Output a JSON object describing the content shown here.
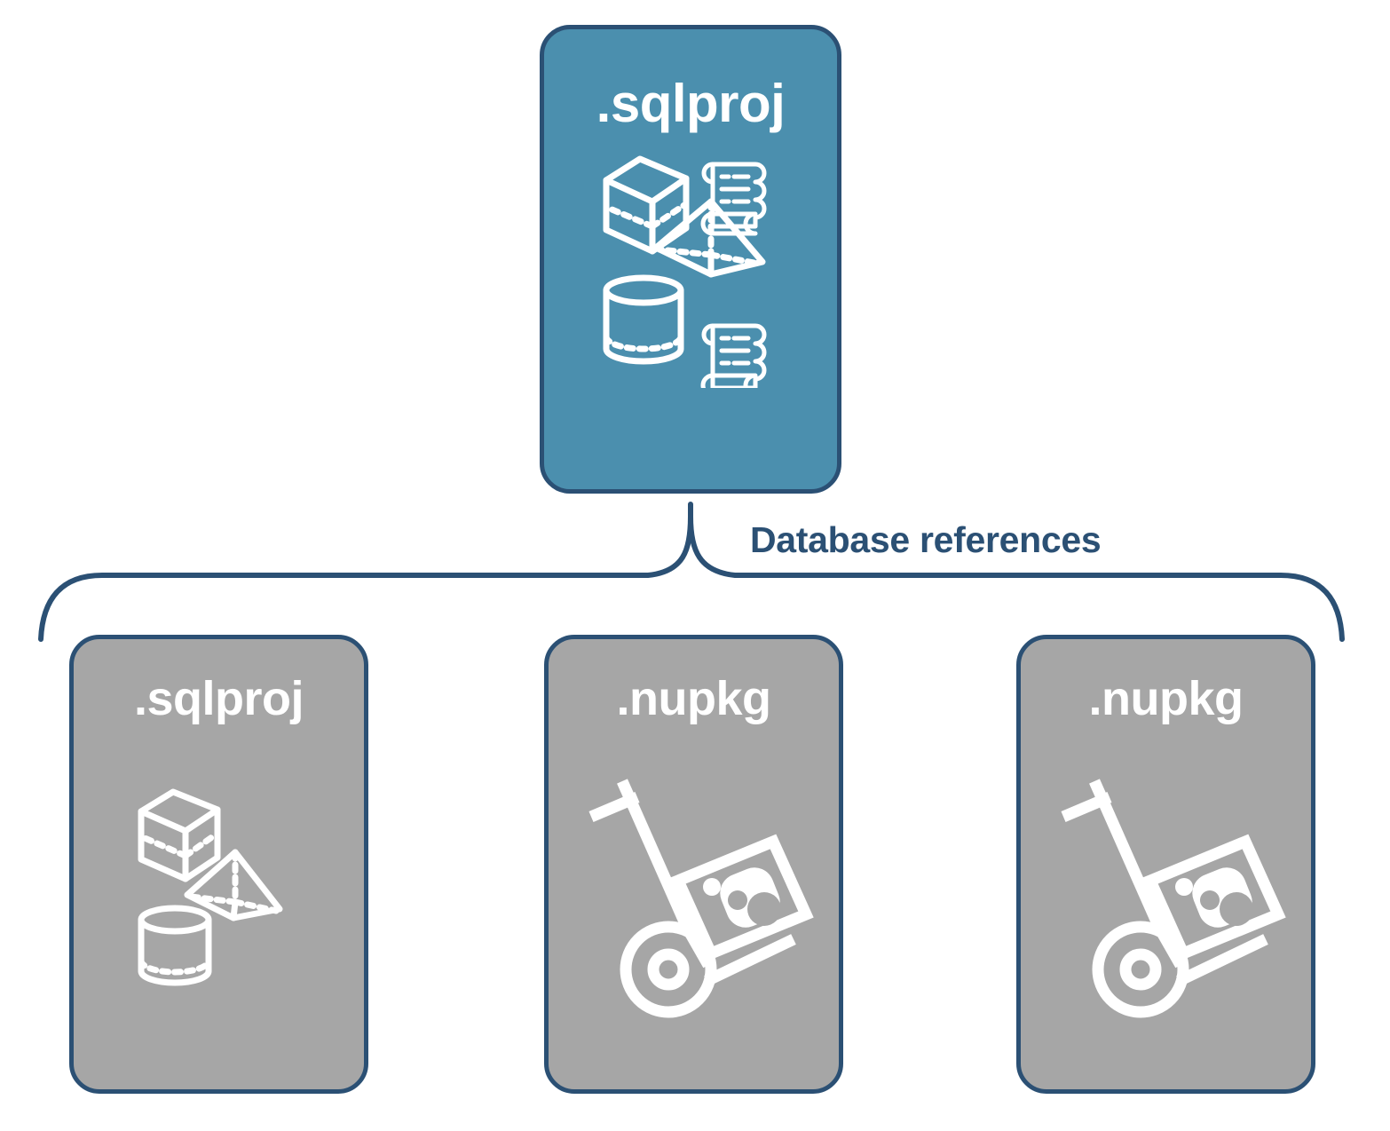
{
  "diagram": {
    "title_text": "Database references",
    "colors": {
      "primary_card_fill": "#4b8fae",
      "secondary_card_fill": "#a6a6a6",
      "card_border": "#2b5074",
      "label_text": "#2b5074",
      "icon_stroke": "#ffffff",
      "background": "#ffffff"
    },
    "root": {
      "label": ".sqlproj",
      "kind": "primary",
      "icons": [
        "cube-icon",
        "scroll-icon",
        "pyramid-icon",
        "cylinder-icon",
        "scroll-icon"
      ]
    },
    "connector": {
      "label": "Database references",
      "style": "curly-brace",
      "orientation": "top-apex"
    },
    "references": [
      {
        "label": ".sqlproj",
        "kind": "secondary",
        "icons": [
          "cube-icon",
          "pyramid-icon",
          "cylinder-icon"
        ]
      },
      {
        "label": ".nupkg",
        "kind": "secondary",
        "icons": [
          "hand-truck-package-icon"
        ]
      },
      {
        "label": ".nupkg",
        "kind": "secondary",
        "icons": [
          "hand-truck-package-icon"
        ]
      }
    ]
  }
}
